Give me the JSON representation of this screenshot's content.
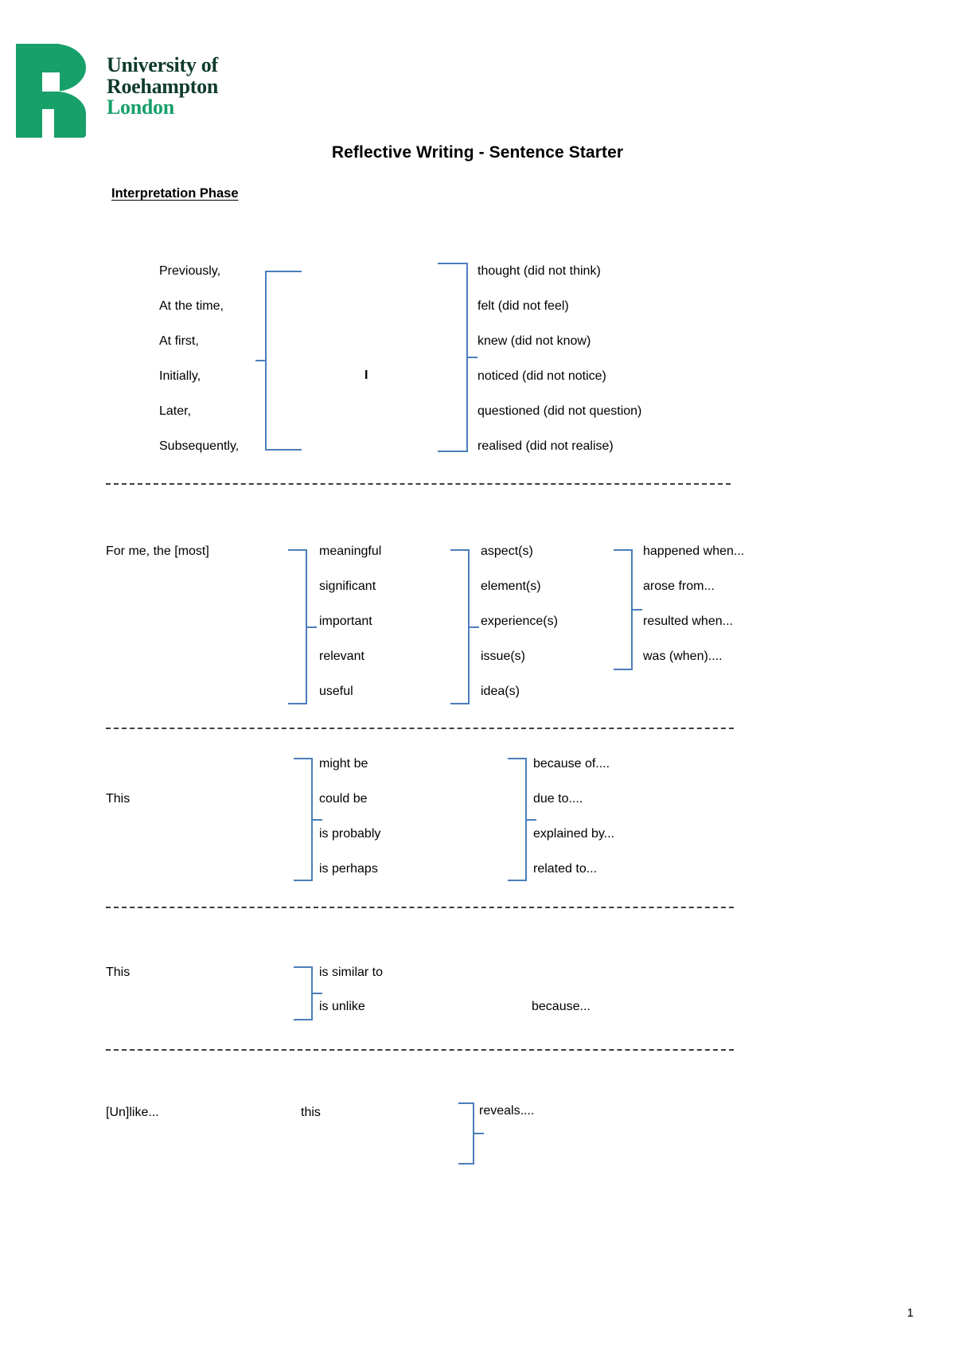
{
  "logo": {
    "line1": "University of",
    "line2": "Roehampton",
    "line3": "London",
    "mark_alt": "roehampton-r-mark",
    "green": "#17a06a",
    "dark_green": "#0f3b2e"
  },
  "document": {
    "title": "Reflective Writing - Sentence Starter",
    "section_heading": "Interpretation Phase",
    "page_number": "1",
    "bracket_color": "#4a7ebb",
    "separator_color": "#3c3c3c"
  },
  "groups": [
    {
      "id": "group-time-verbs",
      "col1": [
        "Previously,",
        "At the time,",
        "At first,",
        "Initially,",
        "Later,",
        "Subsequently,"
      ],
      "middle": "I",
      "col2": [
        "thought (did not think)",
        "felt (did not feel)",
        "knew (did not know)",
        "noticed (did not notice)",
        "questioned (did not question)",
        "realised (did not realise)"
      ]
    },
    {
      "id": "group-for-me",
      "lead": "For me, the [most]",
      "col1": [
        "meaningful",
        "significant",
        "important",
        "relevant",
        "useful"
      ],
      "col2": [
        "aspect(s)",
        "element(s)",
        "experience(s)",
        "issue(s)",
        "idea(s)"
      ],
      "col3": [
        "happened when...",
        "arose from...",
        "resulted when...",
        "was (when)...."
      ]
    },
    {
      "id": "group-this-modal",
      "lead": "This",
      "col1": [
        "might be",
        "could be",
        "is probably",
        "is perhaps"
      ],
      "col2": [
        "because of....",
        "due to....",
        "explained by...",
        "related to..."
      ]
    },
    {
      "id": "group-this-compare",
      "lead": "This",
      "col1": [
        "is similar to",
        "is unlike"
      ],
      "tail": "because..."
    },
    {
      "id": "group-unlike",
      "lead": "[Un]like...",
      "middle": "this",
      "col1": [
        "reveals...."
      ]
    }
  ]
}
